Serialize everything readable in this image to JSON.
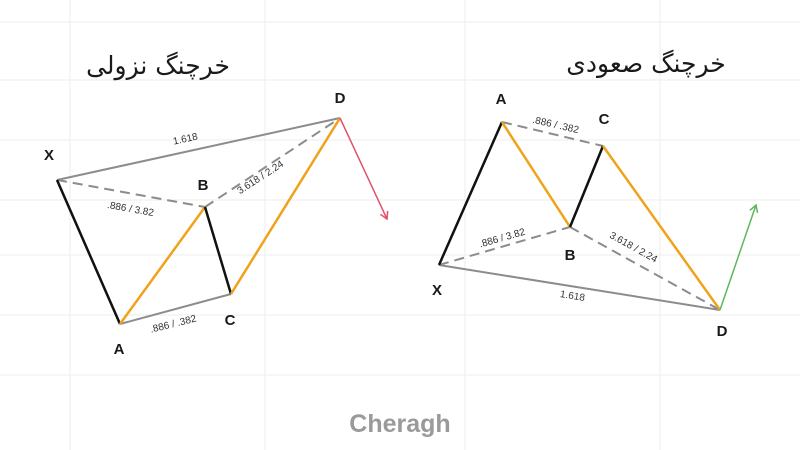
{
  "colors": {
    "background": "#ffffff",
    "grid": "#eeeeee",
    "leg_black": "#111111",
    "leg_orange": "#f0a21a",
    "dashed": "#8c8c8c",
    "arrow_down": "#e0506a",
    "arrow_up": "#5cb85c",
    "logo": "#9a9a9a"
  },
  "bearish": {
    "title": "خرچنگ نزولی",
    "points": {
      "X": "X",
      "A": "A",
      "B": "B",
      "C": "C",
      "D": "D"
    },
    "ratios": {
      "xd": "1.618",
      "xb": ".886 / 3.82",
      "bd": "3.618 / 2.24",
      "ac": ".886 / .382"
    },
    "arrow": "arrow-down"
  },
  "bullish": {
    "title": "خرچنگ صعودی",
    "points": {
      "X": "X",
      "A": "A",
      "B": "B",
      "C": "C",
      "D": "D"
    },
    "ratios": {
      "ac": ".886 / .382",
      "xb": ".886 / 3.82",
      "bd": "3.618 / 2.24",
      "xd": "1.618"
    },
    "arrow": "arrow-up"
  },
  "brand": {
    "logo": "Cheragh"
  }
}
